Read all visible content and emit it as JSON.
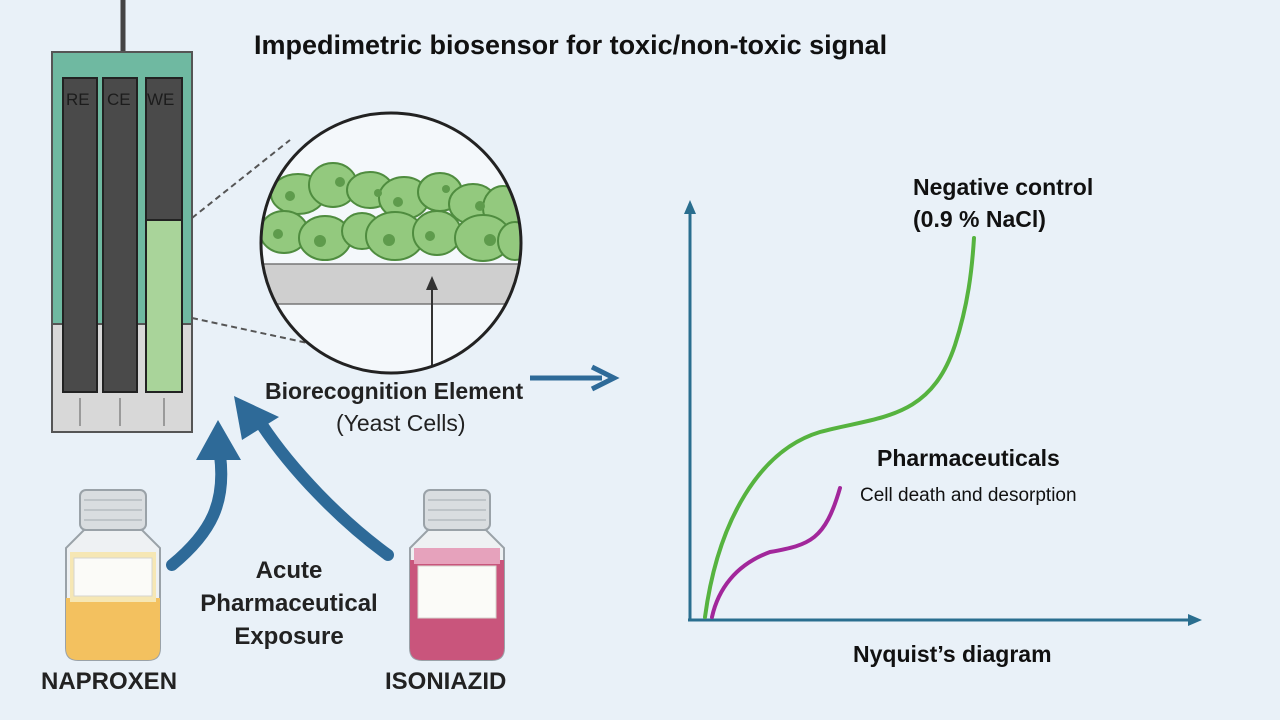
{
  "title": "Impedimetric biosensor for toxic/non-toxic signal",
  "electrodes": {
    "re": "RE",
    "ce": "CE",
    "we": "WE"
  },
  "biorecognition": {
    "title": "Biorecognition Element",
    "subtitle": "(Yeast Cells)"
  },
  "exposure_label": "Acute Pharmaceutical Exposure",
  "drugs": {
    "left": "NAPROXEN",
    "right": "ISONIAZID"
  },
  "graph": {
    "negative_control": "Negative control",
    "negative_control_detail": "(0.9 % NaCl)",
    "pharmaceuticals": "Pharmaceuticals",
    "pharmaceuticals_note": "Cell death and desorption",
    "axis_title": "Nyquist’s diagram"
  },
  "colors": {
    "background": "#e9f1f8",
    "electrode_top": "#6fb9a1",
    "electrode_bottom": "#d8d8d8",
    "strip_dark": "#4a4a4a",
    "working_area": "#a9d49a",
    "yeast": "#93c97e",
    "arrow_blue": "#2e6a98",
    "axis": "#2a6e8f",
    "curve_negative": "#56b33f",
    "curve_pharma": "#a2279b",
    "naproxen_liquid": "#f3c15f",
    "isoniazid_liquid": "#c9557c"
  }
}
